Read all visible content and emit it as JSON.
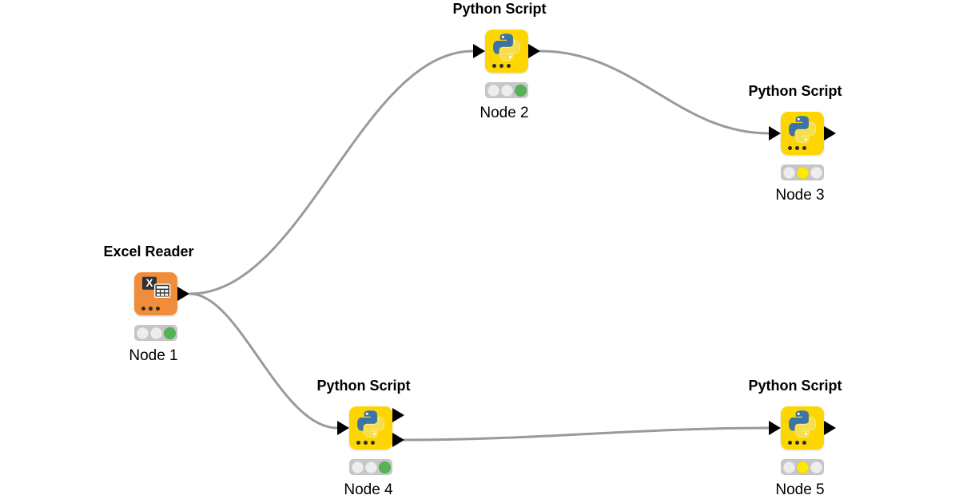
{
  "workflow": {
    "background_color": "#ffffff",
    "wire_color": "#9a9a9a",
    "port_color": "#000000"
  },
  "colors": {
    "node_yellow": "#fdd602",
    "node_orange": "#ef8d3b",
    "status_green": "#54b354",
    "status_yellow": "#ffe900",
    "light_off": "#ededed",
    "traffic_light_bg": "#c6c6c6"
  },
  "nodes": [
    {
      "id": 1,
      "title": "Excel Reader",
      "label": "Node 1",
      "icon": "excel-reader-icon",
      "color": "#ef8d3b",
      "status": "executed",
      "traffic_light": [
        "off",
        "off",
        "green"
      ],
      "inputs": 0,
      "outputs": 1
    },
    {
      "id": 2,
      "title": "Python Script",
      "label": "Node 2",
      "icon": "python-logo-icon",
      "color": "#fdd602",
      "status": "executed",
      "traffic_light": [
        "off",
        "off",
        "green"
      ],
      "inputs": 1,
      "outputs": 1
    },
    {
      "id": 3,
      "title": "Python Script",
      "label": "Node 3",
      "icon": "python-logo-icon",
      "color": "#fdd602",
      "status": "configured",
      "traffic_light": [
        "off",
        "yellow",
        "off"
      ],
      "inputs": 1,
      "outputs": 1
    },
    {
      "id": 4,
      "title": "Python Script",
      "label": "Node 4",
      "icon": "python-logo-icon",
      "color": "#fdd602",
      "status": "executed",
      "traffic_light": [
        "off",
        "off",
        "green"
      ],
      "inputs": 1,
      "outputs": 2
    },
    {
      "id": 5,
      "title": "Python Script",
      "label": "Node 5",
      "icon": "python-logo-icon",
      "color": "#fdd602",
      "status": "configured",
      "traffic_light": [
        "off",
        "yellow",
        "off"
      ],
      "inputs": 1,
      "outputs": 1
    }
  ],
  "connections": [
    {
      "from": "Node 1",
      "from_port": 1,
      "to": "Node 2",
      "to_port": 1
    },
    {
      "from": "Node 1",
      "from_port": 1,
      "to": "Node 4",
      "to_port": 1
    },
    {
      "from": "Node 2",
      "from_port": 1,
      "to": "Node 3",
      "to_port": 1
    },
    {
      "from": "Node 4",
      "from_port": 2,
      "to": "Node 5",
      "to_port": 1
    }
  ]
}
